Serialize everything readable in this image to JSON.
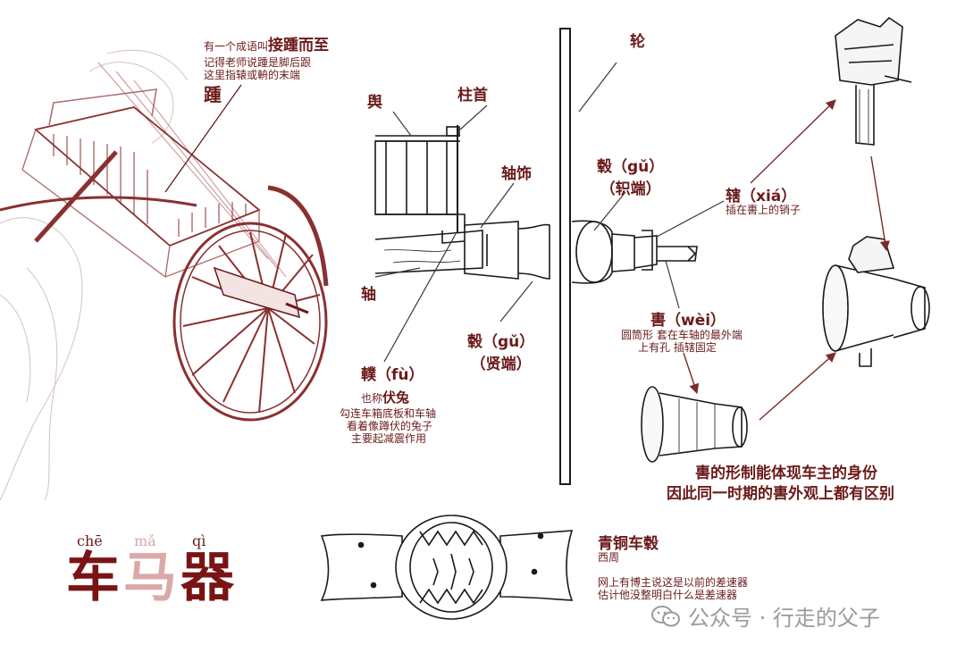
{
  "colors": {
    "accent": "#6b1a1a",
    "title_light": "#d9a9a9",
    "line": "#1a1a1a",
    "watermark": "#9a9a9a"
  },
  "title": {
    "chars": [
      {
        "char": "车",
        "pinyin": "chē",
        "color": "#7a1414"
      },
      {
        "char": "马",
        "pinyin": "mǎ",
        "color": "#d9a9a9"
      },
      {
        "char": "器",
        "pinyin": "qì",
        "color": "#7a1414"
      }
    ]
  },
  "labels": {
    "zhong": {
      "title": "踵",
      "line1_prefix": "有一个成语叫",
      "line1_bold": "接踵而至",
      "line2": "记得老师说踵是脚后跟",
      "line3": "这里指辕或輈的末端"
    },
    "yu": "舆",
    "zhushou": "柱首",
    "zhoushi": "轴饰",
    "lun": "轮",
    "gu_top": {
      "title": "毂（gǔ）",
      "sub": "（轵端）"
    },
    "xia": {
      "title": "辖（xiá）",
      "desc": "插在軎上的销子"
    },
    "zhou": "轴",
    "gu_bottom": {
      "title": "毂（gǔ）",
      "sub": "（贤端）"
    },
    "wei": {
      "title": "軎（wèi）",
      "desc1": "圆筒形  套在车轴的最外端",
      "desc2": "上有孔  插辖固定"
    },
    "fu": {
      "title": "轐（fù）",
      "alias_prefix": "也称",
      "alias_bold": "伏兔",
      "desc1": "勾连车箱底板和车轴",
      "desc2": "看着像蹲伏的兔子",
      "desc3": "主要起减震作用"
    },
    "identity": {
      "line1": "軎的形制能体现车主的身份",
      "line2": "因此同一时期的軎外观上都有区别"
    },
    "bronze": {
      "title": "青铜车毂",
      "era": "西周",
      "note1": "网上有博主说这是以前的差速器",
      "note2": "估计他没整明白什么是差速器"
    }
  },
  "watermark": {
    "text": "公众号 · 行走的父子",
    "icon": "wechat-icon"
  }
}
